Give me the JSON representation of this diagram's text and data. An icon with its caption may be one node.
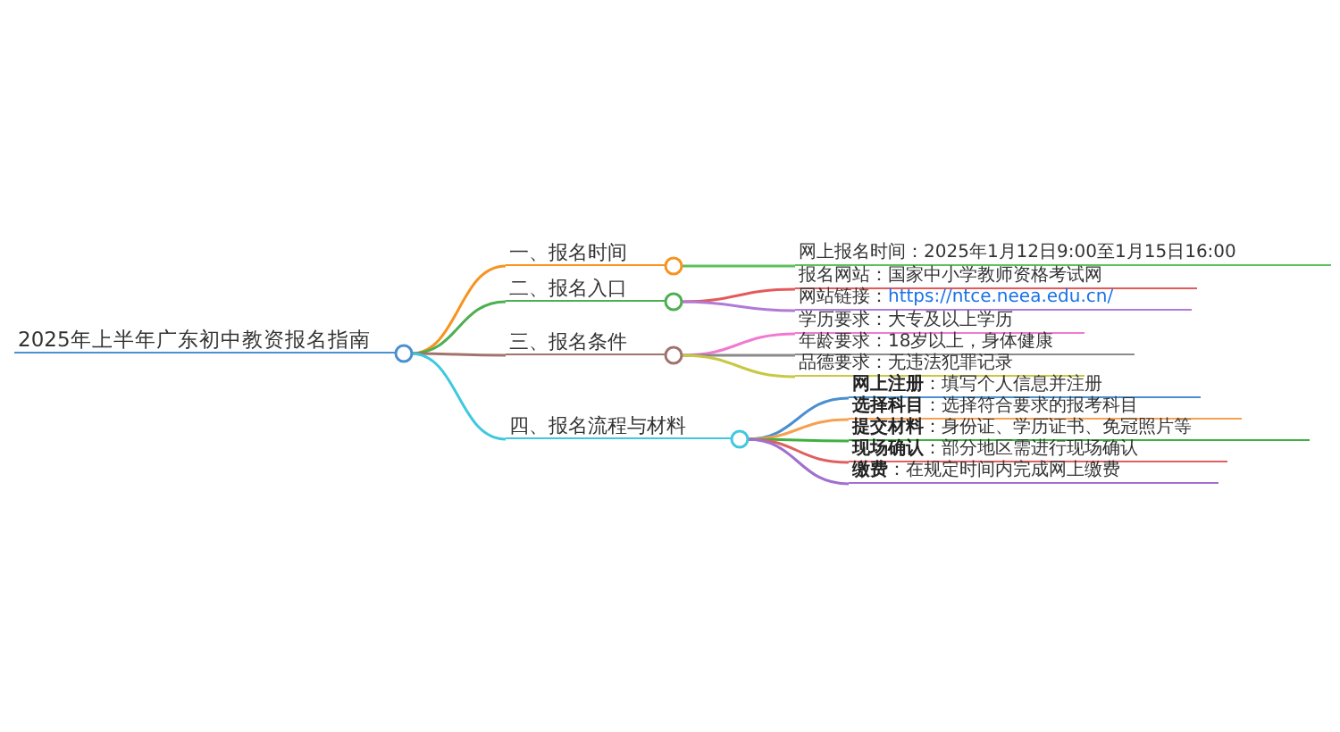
{
  "diagram": {
    "nodes": [
      {
        "text": [
          "2025年上半年广东初中教资报名指南"
        ]
      },
      {
        "text": [
          "一、报名时间"
        ]
      },
      {
        "text": [
          "二、报名入口"
        ]
      },
      {
        "text": [
          "三、报名条件"
        ]
      },
      {
        "text": [
          "四、报名流程与材料"
        ]
      },
      {
        "text": [
          "网上报名时间：2025年1月12日9:00至1月15日16:00"
        ]
      },
      {
        "text": [
          "报名网站：国家中小学教师资格考试网"
        ]
      },
      {
        "text": [
          "网站链接：",
          "https://ntce.neea.edu.cn/"
        ]
      },
      {
        "text": [
          "学历要求：大专及以上学历"
        ]
      },
      {
        "text": [
          "年龄要求：18岁以上，身体健康"
        ]
      },
      {
        "text": [
          "品德要求：无违法犯罪记录"
        ]
      },
      {
        "text": [
          "**网上注册**：填写个人信息并注册"
        ]
      },
      {
        "text": [
          "**选择科目**：选择符合要求的报考科目"
        ]
      },
      {
        "text": [
          "**提交材料**：身份证、学历证书、免冠照片等"
        ]
      },
      {
        "text": [
          "**现场确认**：部分地区需进行现场确认"
        ]
      },
      {
        "text": [
          "**缴费**：在规定时间内完成网上缴费"
        ]
      }
    ],
    "edges": [
      {
        "from": 0,
        "to": 1,
        "arrow": "none",
        "color": "#f7931e"
      },
      {
        "from": 0,
        "to": 2,
        "arrow": "none",
        "color": "#4caf50"
      },
      {
        "from": 0,
        "to": 3,
        "arrow": "none",
        "color": "#a0736c"
      },
      {
        "from": 0,
        "to": 4,
        "arrow": "none",
        "color": "#3fc8e0"
      },
      {
        "from": 1,
        "to": 5,
        "arrow": "none",
        "color": "#5cc05c"
      },
      {
        "from": 2,
        "to": 6,
        "arrow": "none",
        "color": "#e45a5a"
      },
      {
        "from": 2,
        "to": 7,
        "arrow": "none",
        "color": "#b07ad8"
      },
      {
        "from": 3,
        "to": 8,
        "arrow": "none",
        "color": "#f07ad0"
      },
      {
        "from": 3,
        "to": 9,
        "arrow": "none",
        "color": "#8a8a8a"
      },
      {
        "from": 3,
        "to": 10,
        "arrow": "none",
        "color": "#c8c844"
      },
      {
        "from": 4,
        "to": 11,
        "arrow": "none",
        "color": "#4a90d0"
      },
      {
        "from": 4,
        "to": 12,
        "arrow": "none",
        "color": "#f7a050"
      },
      {
        "from": 4,
        "to": 13,
        "arrow": "none",
        "color": "#40b040"
      },
      {
        "from": 4,
        "to": 14,
        "arrow": "none",
        "color": "#e06060"
      },
      {
        "from": 4,
        "to": 15,
        "arrow": "none",
        "color": "#a070d0"
      }
    ]
  }
}
